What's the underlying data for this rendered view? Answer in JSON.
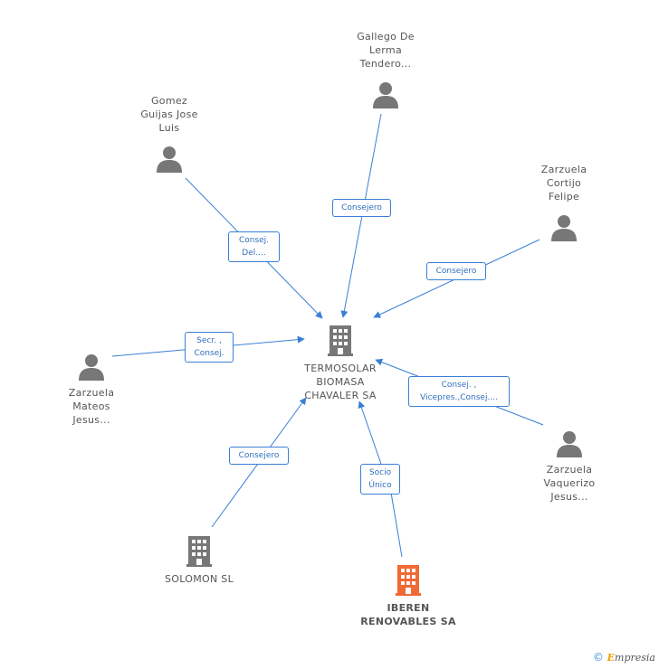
{
  "colors": {
    "edge": "#3a7fd5",
    "person_icon": "#777777",
    "company_icon": "#777777",
    "highlight_company": "#f06a35"
  },
  "nodes": {
    "center": {
      "label": "TERMOSOLAR\nBIOMASA\nCHAVALER SA",
      "icon": "building-icon"
    },
    "gallego": {
      "label": "Gallego De\nLerma\nTendero...",
      "icon": "person-icon"
    },
    "gomez": {
      "label": "Gomez\nGuijas Jose\nLuis",
      "icon": "person-icon"
    },
    "cortijo": {
      "label": "Zarzuela\nCortijo\nFelipe",
      "icon": "person-icon"
    },
    "mateos": {
      "label": "Zarzuela\nMateos\nJesus...",
      "icon": "person-icon"
    },
    "vaquerizo": {
      "label": "Zarzuela\nVaquerizo\nJesus...",
      "icon": "person-icon"
    },
    "solomon": {
      "label": "SOLOMON SL",
      "icon": "building-icon"
    },
    "iberen": {
      "label": "IBEREN\nRENOVABLES SA",
      "icon": "building-icon"
    }
  },
  "edges": {
    "gallego": "Consejero",
    "gomez": "Consej.\nDel....",
    "cortijo": "Consejero",
    "mateos": "Secr. ,\nConsej.",
    "vaquerizo": "Consej. ,\nVicepres.,Consej....",
    "solomon": "Consejero",
    "iberen": "Socio\nÚnico"
  },
  "footer": {
    "copyright": "©",
    "brand_initial": "E",
    "brand_rest": "mpresia"
  }
}
